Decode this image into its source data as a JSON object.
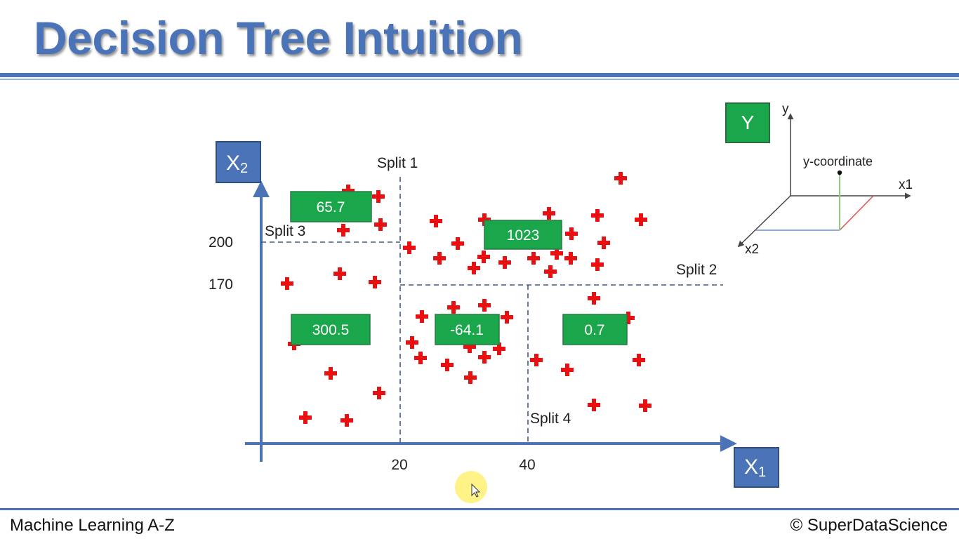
{
  "title": "Decision Tree Intuition",
  "footer": {
    "left": "Machine Learning A-Z",
    "right": "© SuperDataScience"
  },
  "colors": {
    "accent": "#4a73b8",
    "leaf_box": "#1aa64a",
    "point": "#e81010",
    "split_line": "#3e5a86",
    "cursor": "#fff27a"
  },
  "icons": {
    "point": "plus-cross",
    "cursor": "mouse-pointer"
  },
  "main_plot": {
    "axis_x_label": "X",
    "axis_x_sub": "1",
    "axis_y_label": "X",
    "axis_y_sub": "2",
    "x_ticks": [
      "20",
      "40"
    ],
    "y_ticks": [
      "200",
      "170"
    ],
    "splits": [
      {
        "label": "Split 1",
        "axis": "x",
        "value": 20
      },
      {
        "label": "Split 2",
        "axis": "y",
        "value": 170
      },
      {
        "label": "Split 3",
        "axis": "y",
        "value": 200
      },
      {
        "label": "Split 4",
        "axis": "x",
        "value": 40
      }
    ],
    "leaf_values": [
      "65.7",
      "1023",
      "300.5",
      "-64.1",
      "0.7"
    ]
  },
  "inset": {
    "y_box": "Y",
    "y_axis": "y",
    "x1_axis": "x1",
    "x2_axis": "x2",
    "point_label": "y-coordinate"
  }
}
